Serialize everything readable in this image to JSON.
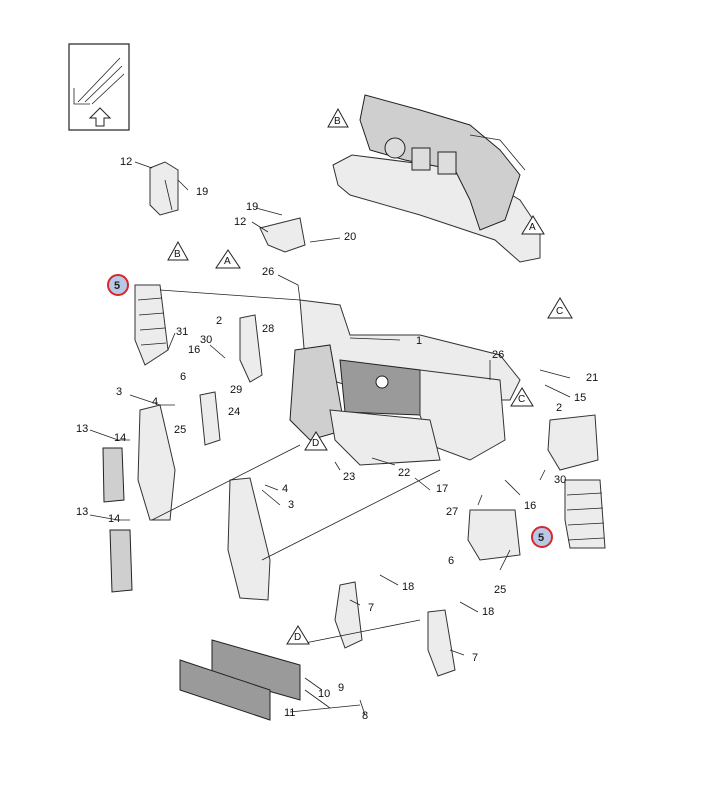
{
  "view_icon": "truck-front-view-icon",
  "part_labels": {
    "p1": "1",
    "p2a": "2",
    "p2b": "2",
    "p3a": "3",
    "p3b": "3",
    "p4a": "4",
    "p4b": "4",
    "p6a": "6",
    "p6b": "6",
    "p7a": "7",
    "p7b": "7",
    "p8": "8",
    "p9": "9",
    "p10": "10",
    "p11": "11",
    "p12a": "12",
    "p12b": "12",
    "p13a": "13",
    "p13b": "13",
    "p14a": "14",
    "p14b": "14",
    "p15": "15",
    "p16a": "16",
    "p16b": "16",
    "p17": "17",
    "p18a": "18",
    "p18b": "18",
    "p19a": "19",
    "p19b": "19",
    "p20": "20",
    "p21": "21",
    "p22": "22",
    "p23": "23",
    "p24": "24",
    "p25a": "25",
    "p25b": "25",
    "p26a": "26",
    "p26b": "26",
    "p27": "27",
    "p28": "28",
    "p29": "29",
    "p30a": "30",
    "p30b": "30",
    "p31": "31"
  },
  "highlighted_labels": {
    "h1": "5",
    "h2": "5"
  },
  "reference_markers": {
    "t1": "B",
    "t2": "A",
    "t3": "B",
    "t4": "A",
    "t5": "C",
    "t6": "D",
    "t7": "C",
    "t8": "D"
  },
  "colors": {
    "highlight_ring": "#d62828",
    "highlight_fill": "#b9c8e6"
  }
}
